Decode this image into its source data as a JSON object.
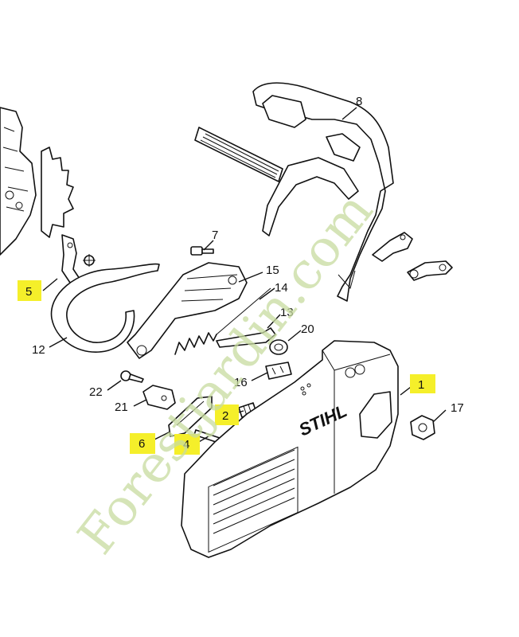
{
  "diagram": {
    "brand_text": "STIHL",
    "watermark_text": "Forestjardin.com",
    "highlight_color": "#f5ef2a",
    "callouts": [
      {
        "id": "c1",
        "label": "1",
        "highlighted": true
      },
      {
        "id": "c2",
        "label": "2",
        "highlighted": true
      },
      {
        "id": "c4",
        "label": "4",
        "highlighted": true
      },
      {
        "id": "c5",
        "label": "5",
        "highlighted": true
      },
      {
        "id": "c6",
        "label": "6",
        "highlighted": true
      },
      {
        "id": "c7",
        "label": "7",
        "highlighted": false
      },
      {
        "id": "c8",
        "label": "8",
        "highlighted": false
      },
      {
        "id": "c12",
        "label": "12",
        "highlighted": false
      },
      {
        "id": "c13",
        "label": "13",
        "highlighted": false
      },
      {
        "id": "c14",
        "label": "14",
        "highlighted": false
      },
      {
        "id": "c15",
        "label": "15",
        "highlighted": false
      },
      {
        "id": "c16",
        "label": "16",
        "highlighted": false
      },
      {
        "id": "c17",
        "label": "17",
        "highlighted": false
      },
      {
        "id": "c20",
        "label": "20",
        "highlighted": false
      },
      {
        "id": "c21",
        "label": "21",
        "highlighted": false
      },
      {
        "id": "c22",
        "label": "22",
        "highlighted": false
      }
    ]
  }
}
